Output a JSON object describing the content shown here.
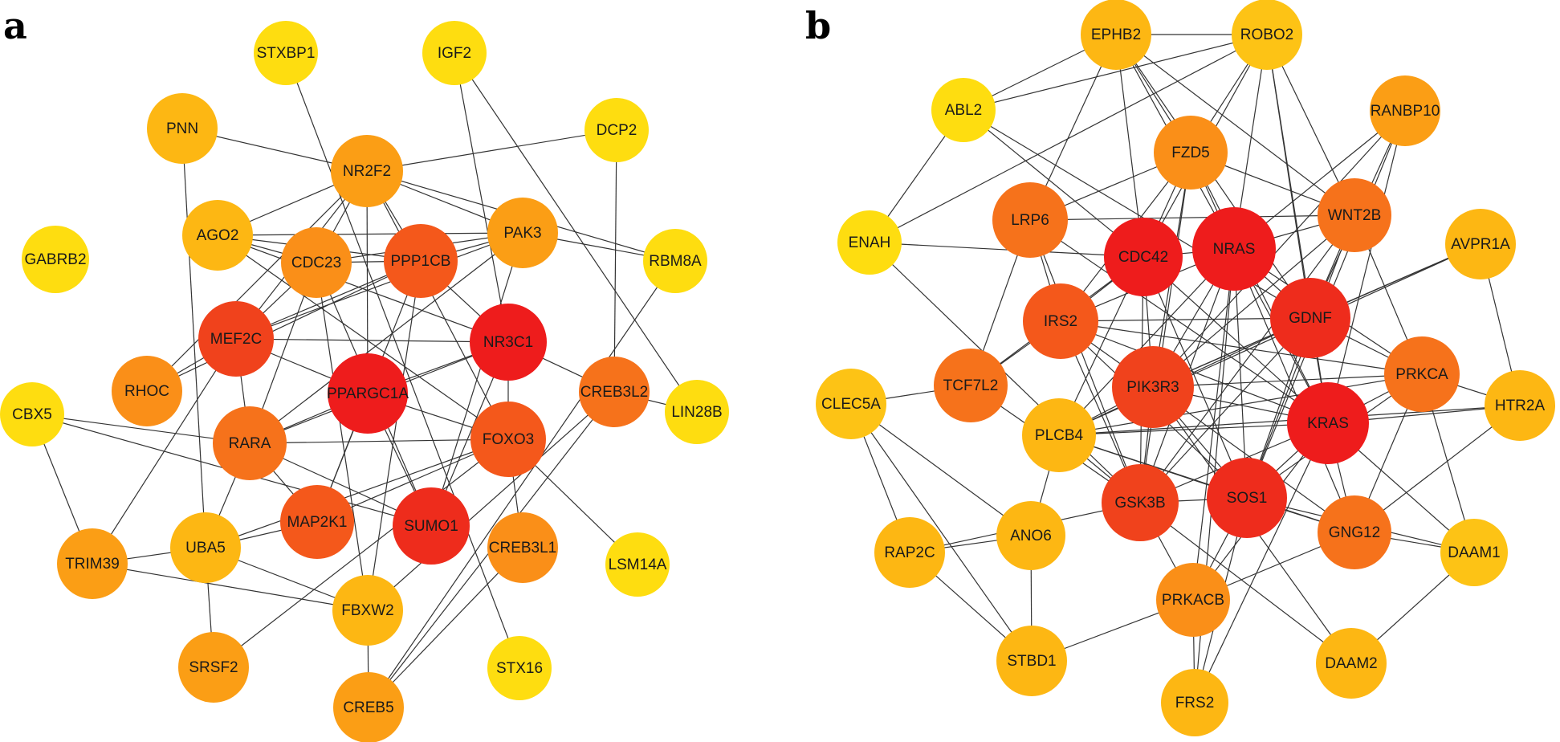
{
  "panels": [
    {
      "id": "a",
      "label": "a",
      "nodes": [
        {
          "id": "STXBP1",
          "label": "STXBP1",
          "color": "#FEDD10"
        },
        {
          "id": "IGF2",
          "label": "IGF2",
          "color": "#FEDD10"
        },
        {
          "id": "PNN",
          "label": "PNN",
          "color": "#FDB713"
        },
        {
          "id": "DCP2",
          "label": "DCP2",
          "color": "#FEDD10"
        },
        {
          "id": "NR2F2",
          "label": "NR2F2",
          "color": "#FB9E15"
        },
        {
          "id": "AGO2",
          "label": "AGO2",
          "color": "#FDB713"
        },
        {
          "id": "PAK3",
          "label": "PAK3",
          "color": "#FB9E15"
        },
        {
          "id": "GABRB2",
          "label": "GABRB2",
          "color": "#FEDD10"
        },
        {
          "id": "CDC23",
          "label": "CDC23",
          "color": "#FA8F18"
        },
        {
          "id": "PPP1CB",
          "label": "PPP1CB",
          "color": "#F4581B"
        },
        {
          "id": "RBM8A",
          "label": "RBM8A",
          "color": "#FEDD10"
        },
        {
          "id": "MEF2C",
          "label": "MEF2C",
          "color": "#F0421C"
        },
        {
          "id": "NR3C1",
          "label": "NR3C1",
          "color": "#EE1C1C"
        },
        {
          "id": "RHOC",
          "label": "RHOC",
          "color": "#FA8F18"
        },
        {
          "id": "PPARGC1A",
          "label": "PPARGC1A",
          "color": "#EE1C1C"
        },
        {
          "id": "CREB3L2",
          "label": "CREB3L2",
          "color": "#F6721B"
        },
        {
          "id": "CBX5",
          "label": "CBX5",
          "color": "#FEDD10"
        },
        {
          "id": "LIN28B",
          "label": "LIN28B",
          "color": "#FEDD10"
        },
        {
          "id": "RARA",
          "label": "RARA",
          "color": "#F6721B"
        },
        {
          "id": "FOXO3",
          "label": "FOXO3",
          "color": "#F4581B"
        },
        {
          "id": "MAP2K1",
          "label": "MAP2K1",
          "color": "#F4581B"
        },
        {
          "id": "SUMO1",
          "label": "SUMO1",
          "color": "#EE2C1C"
        },
        {
          "id": "UBA5",
          "label": "UBA5",
          "color": "#FDB713"
        },
        {
          "id": "CREB3L1",
          "label": "CREB3L1",
          "color": "#FA8F18"
        },
        {
          "id": "TRIM39",
          "label": "TRIM39",
          "color": "#FB9E15"
        },
        {
          "id": "LSM14A",
          "label": "LSM14A",
          "color": "#FEDD10"
        },
        {
          "id": "FBXW2",
          "label": "FBXW2",
          "color": "#FDB713"
        },
        {
          "id": "SRSF2",
          "label": "SRSF2",
          "color": "#FB9E15"
        },
        {
          "id": "STX16",
          "label": "STX16",
          "color": "#FEDD10"
        },
        {
          "id": "CREB5",
          "label": "CREB5",
          "color": "#FB9E15"
        }
      ],
      "edges": [
        [
          "PNN",
          "NR2F2"
        ],
        [
          "PNN",
          "UBA5"
        ],
        [
          "DCP2",
          "NR2F2"
        ],
        [
          "DCP2",
          "CREB3L2"
        ],
        [
          "IGF2",
          "NR3C1"
        ],
        [
          "IGF2",
          "LIN28B"
        ],
        [
          "STXBP1",
          "STX16"
        ],
        [
          "NR2F2",
          "AGO2"
        ],
        [
          "NR2F2",
          "CDC23"
        ],
        [
          "NR2F2",
          "PPP1CB"
        ],
        [
          "NR2F2",
          "PAK3"
        ],
        [
          "NR2F2",
          "RBM8A"
        ],
        [
          "NR2F2",
          "MEF2C"
        ],
        [
          "NR2F2",
          "PPARGC1A"
        ],
        [
          "NR2F2",
          "FOXO3"
        ],
        [
          "NR2F2",
          "RHOC"
        ],
        [
          "AGO2",
          "CDC23"
        ],
        [
          "AGO2",
          "PPP1CB"
        ],
        [
          "AGO2",
          "PAK3"
        ],
        [
          "AGO2",
          "FOXO3"
        ],
        [
          "AGO2",
          "NR3C1"
        ],
        [
          "CDC23",
          "PPP1CB"
        ],
        [
          "CDC23",
          "MEF2C"
        ],
        [
          "CDC23",
          "FBXW2"
        ],
        [
          "CDC23",
          "SUMO1"
        ],
        [
          "CDC23",
          "RARA"
        ],
        [
          "CDC23",
          "PAK3"
        ],
        [
          "PPP1CB",
          "PAK3"
        ],
        [
          "PPP1CB",
          "NR3C1"
        ],
        [
          "PPP1CB",
          "MEF2C"
        ],
        [
          "PPP1CB",
          "RHOC"
        ],
        [
          "PPP1CB",
          "MAP2K1"
        ],
        [
          "PPP1CB",
          "FBXW2"
        ],
        [
          "PAK3",
          "RBM8A"
        ],
        [
          "PAK3",
          "MEF2C"
        ],
        [
          "PAK3",
          "RARA"
        ],
        [
          "PAK3",
          "SUMO1"
        ],
        [
          "MEF2C",
          "NR3C1"
        ],
        [
          "MEF2C",
          "RHOC"
        ],
        [
          "MEF2C",
          "TRIM39"
        ],
        [
          "MEF2C",
          "RARA"
        ],
        [
          "MEF2C",
          "PPARGC1A"
        ],
        [
          "NR3C1",
          "PPARGC1A"
        ],
        [
          "NR3C1",
          "FOXO3"
        ],
        [
          "NR3C1",
          "CREB3L2"
        ],
        [
          "NR3C1",
          "SUMO1"
        ],
        [
          "NR3C1",
          "RARA"
        ],
        [
          "PPARGC1A",
          "FOXO3"
        ],
        [
          "PPARGC1A",
          "RARA"
        ],
        [
          "PPARGC1A",
          "SUMO1"
        ],
        [
          "PPARGC1A",
          "MAP2K1"
        ],
        [
          "FOXO3",
          "RARA"
        ],
        [
          "FOXO3",
          "MAP2K1"
        ],
        [
          "FOXO3",
          "CREB3L1"
        ],
        [
          "FOXO3",
          "LSM14A"
        ],
        [
          "FOXO3",
          "SRSF2"
        ],
        [
          "FOXO3",
          "UBA5"
        ],
        [
          "CREB3L2",
          "LIN28B"
        ],
        [
          "CREB3L2",
          "CREB5"
        ],
        [
          "CREB3L2",
          "FBXW2"
        ],
        [
          "CBX5",
          "RARA"
        ],
        [
          "CBX5",
          "TRIM39"
        ],
        [
          "CBX5",
          "SUMO1"
        ],
        [
          "RARA",
          "UBA5"
        ],
        [
          "RARA",
          "SUMO1"
        ],
        [
          "RARA",
          "MAP2K1"
        ],
        [
          "UBA5",
          "TRIM39"
        ],
        [
          "UBA5",
          "SRSF2"
        ],
        [
          "UBA5",
          "FBXW2"
        ],
        [
          "UBA5",
          "MAP2K1"
        ],
        [
          "TRIM39",
          "FBXW2"
        ],
        [
          "RBM8A",
          "CREB5"
        ],
        [
          "FBXW2",
          "CREB5"
        ],
        [
          "CREB3L1",
          "CREB5"
        ]
      ]
    },
    {
      "id": "b",
      "label": "b",
      "nodes": [
        {
          "id": "EPHB2",
          "label": "EPHB2",
          "color": "#FDB713"
        },
        {
          "id": "ROBO2",
          "label": "ROBO2",
          "color": "#FDC315"
        },
        {
          "id": "ABL2",
          "label": "ABL2",
          "color": "#FEDD10"
        },
        {
          "id": "RANBP10",
          "label": "RANBP10",
          "color": "#FB9E15"
        },
        {
          "id": "FZD5",
          "label": "FZD5",
          "color": "#FA8F18"
        },
        {
          "id": "LRP6",
          "label": "LRP6",
          "color": "#F6721B"
        },
        {
          "id": "WNT2B",
          "label": "WNT2B",
          "color": "#F6721B"
        },
        {
          "id": "ENAH",
          "label": "ENAH",
          "color": "#FEDD10"
        },
        {
          "id": "CDC42",
          "label": "CDC42",
          "color": "#EE1C1C"
        },
        {
          "id": "NRAS",
          "label": "NRAS",
          "color": "#EE1C1C"
        },
        {
          "id": "AVPR1A",
          "label": "AVPR1A",
          "color": "#FDB713"
        },
        {
          "id": "IRS2",
          "label": "IRS2",
          "color": "#F4581B"
        },
        {
          "id": "GDNF",
          "label": "GDNF",
          "color": "#EE2C1C"
        },
        {
          "id": "TCF7L2",
          "label": "TCF7L2",
          "color": "#F6721B"
        },
        {
          "id": "PRKCA",
          "label": "PRKCA",
          "color": "#F6721B"
        },
        {
          "id": "PIK3R3",
          "label": "PIK3R3",
          "color": "#F0421C"
        },
        {
          "id": "CLEC5A",
          "label": "CLEC5A",
          "color": "#FDC315"
        },
        {
          "id": "KRAS",
          "label": "KRAS",
          "color": "#EE1C1C"
        },
        {
          "id": "HTR2A",
          "label": "HTR2A",
          "color": "#FDB713"
        },
        {
          "id": "PLCB4",
          "label": "PLCB4",
          "color": "#FDB713"
        },
        {
          "id": "GSK3B",
          "label": "GSK3B",
          "color": "#F0421C"
        },
        {
          "id": "SOS1",
          "label": "SOS1",
          "color": "#EE2C1C"
        },
        {
          "id": "GNG12",
          "label": "GNG12",
          "color": "#F6721B"
        },
        {
          "id": "ANO6",
          "label": "ANO6",
          "color": "#FDB713"
        },
        {
          "id": "RAP2C",
          "label": "RAP2C",
          "color": "#FDB713"
        },
        {
          "id": "DAAM1",
          "label": "DAAM1",
          "color": "#FDC315"
        },
        {
          "id": "PRKACB",
          "label": "PRKACB",
          "color": "#FA8F18"
        },
        {
          "id": "STBD1",
          "label": "STBD1",
          "color": "#FDB713"
        },
        {
          "id": "DAAM2",
          "label": "DAAM2",
          "color": "#FDB713"
        },
        {
          "id": "FRS2",
          "label": "FRS2",
          "color": "#FDB713"
        }
      ],
      "edges": [
        [
          "EPHB2",
          "ROBO2"
        ],
        [
          "EPHB2",
          "ABL2"
        ],
        [
          "EPHB2",
          "FZD5"
        ],
        [
          "EPHB2",
          "CDC42"
        ],
        [
          "EPHB2",
          "NRAS"
        ],
        [
          "EPHB2",
          "LRP6"
        ],
        [
          "EPHB2",
          "WNT2B"
        ],
        [
          "EPHB2",
          "GDNF"
        ],
        [
          "ROBO2",
          "ABL2"
        ],
        [
          "ROBO2",
          "FZD5"
        ],
        [
          "ROBO2",
          "NRAS"
        ],
        [
          "ROBO2",
          "GDNF"
        ],
        [
          "ROBO2",
          "KRAS"
        ],
        [
          "ROBO2",
          "CDC42"
        ],
        [
          "ROBO2",
          "WNT2B"
        ],
        [
          "ROBO2",
          "ENAH"
        ],
        [
          "ABL2",
          "ENAH"
        ],
        [
          "ABL2",
          "GDNF"
        ],
        [
          "ABL2",
          "CDC42"
        ],
        [
          "RANBP10",
          "NRAS"
        ],
        [
          "RANBP10",
          "KRAS"
        ],
        [
          "RANBP10",
          "GDNF"
        ],
        [
          "RANBP10",
          "PIK3R3"
        ],
        [
          "RANBP10",
          "SOS1"
        ],
        [
          "FZD5",
          "LRP6"
        ],
        [
          "FZD5",
          "WNT2B"
        ],
        [
          "FZD5",
          "CDC42"
        ],
        [
          "FZD5",
          "NRAS"
        ],
        [
          "FZD5",
          "GSK3B"
        ],
        [
          "FZD5",
          "KRAS"
        ],
        [
          "FZD5",
          "IRS2"
        ],
        [
          "FZD5",
          "PIK3R3"
        ],
        [
          "LRP6",
          "WNT2B"
        ],
        [
          "LRP6",
          "IRS2"
        ],
        [
          "LRP6",
          "TCF7L2"
        ],
        [
          "LRP6",
          "GSK3B"
        ],
        [
          "LRP6",
          "KRAS"
        ],
        [
          "WNT2B",
          "NRAS"
        ],
        [
          "WNT2B",
          "GDNF"
        ],
        [
          "WNT2B",
          "PRKCA"
        ],
        [
          "WNT2B",
          "GSK3B"
        ],
        [
          "WNT2B",
          "PIK3R3"
        ],
        [
          "WNT2B",
          "SOS1"
        ],
        [
          "ENAH",
          "CDC42"
        ],
        [
          "ENAH",
          "GSK3B"
        ],
        [
          "CDC42",
          "NRAS"
        ],
        [
          "CDC42",
          "IRS2"
        ],
        [
          "CDC42",
          "PIK3R3"
        ],
        [
          "CDC42",
          "KRAS"
        ],
        [
          "CDC42",
          "GSK3B"
        ],
        [
          "CDC42",
          "SOS1"
        ],
        [
          "CDC42",
          "PLCB4"
        ],
        [
          "CDC42",
          "TCF7L2"
        ],
        [
          "NRAS",
          "GDNF"
        ],
        [
          "NRAS",
          "IRS2"
        ],
        [
          "NRAS",
          "PIK3R3"
        ],
        [
          "NRAS",
          "KRAS"
        ],
        [
          "NRAS",
          "SOS1"
        ],
        [
          "NRAS",
          "GSK3B"
        ],
        [
          "NRAS",
          "PRKCA"
        ],
        [
          "NRAS",
          "PRKACB"
        ],
        [
          "NRAS",
          "PLCB4"
        ],
        [
          "NRAS",
          "GNG12"
        ],
        [
          "NRAS",
          "FRS2"
        ],
        [
          "AVPR1A",
          "GDNF"
        ],
        [
          "AVPR1A",
          "HTR2A"
        ],
        [
          "AVPR1A",
          "PIK3R3"
        ],
        [
          "AVPR1A",
          "PLCB4"
        ],
        [
          "IRS2",
          "GDNF"
        ],
        [
          "IRS2",
          "PIK3R3"
        ],
        [
          "IRS2",
          "KRAS"
        ],
        [
          "IRS2",
          "SOS1"
        ],
        [
          "IRS2",
          "GSK3B"
        ],
        [
          "IRS2",
          "PRKCA"
        ],
        [
          "IRS2",
          "TCF7L2"
        ],
        [
          "GDNF",
          "PIK3R3"
        ],
        [
          "GDNF",
          "KRAS"
        ],
        [
          "GDNF",
          "SOS1"
        ],
        [
          "GDNF",
          "PLCB4"
        ],
        [
          "GDNF",
          "GSK3B"
        ],
        [
          "GDNF",
          "PRKCA"
        ],
        [
          "TCF7L2",
          "CLEC5A"
        ],
        [
          "TCF7L2",
          "GSK3B"
        ],
        [
          "PRKCA",
          "KRAS"
        ],
        [
          "PRKCA",
          "PIK3R3"
        ],
        [
          "PRKCA",
          "HTR2A"
        ],
        [
          "PRKCA",
          "PLCB4"
        ],
        [
          "PRKCA",
          "GNG12"
        ],
        [
          "PRKCA",
          "DAAM1"
        ],
        [
          "PRKCA",
          "SOS1"
        ],
        [
          "PIK3R3",
          "KRAS"
        ],
        [
          "PIK3R3",
          "SOS1"
        ],
        [
          "PIK3R3",
          "PLCB4"
        ],
        [
          "PIK3R3",
          "GSK3B"
        ],
        [
          "PIK3R3",
          "GNG12"
        ],
        [
          "PIK3R3",
          "DAAM2"
        ],
        [
          "CLEC5A",
          "RAP2C"
        ],
        [
          "CLEC5A",
          "STBD1"
        ],
        [
          "CLEC5A",
          "ANO6"
        ],
        [
          "KRAS",
          "SOS1"
        ],
        [
          "KRAS",
          "PLCB4"
        ],
        [
          "KRAS",
          "GSK3B"
        ],
        [
          "KRAS",
          "HTR2A"
        ],
        [
          "KRAS",
          "GNG12"
        ],
        [
          "KRAS",
          "PRKACB"
        ],
        [
          "KRAS",
          "DAAM1"
        ],
        [
          "KRAS",
          "FRS2"
        ],
        [
          "HTR2A",
          "PLCB4"
        ],
        [
          "HTR2A",
          "GNG12"
        ],
        [
          "PLCB4",
          "GSK3B"
        ],
        [
          "PLCB4",
          "SOS1"
        ],
        [
          "PLCB4",
          "GNG12"
        ],
        [
          "PLCB4",
          "ANO6"
        ],
        [
          "GSK3B",
          "SOS1"
        ],
        [
          "GSK3B",
          "PRKACB"
        ],
        [
          "GSK3B",
          "DAAM2"
        ],
        [
          "GSK3B",
          "RAP2C"
        ],
        [
          "SOS1",
          "GNG12"
        ],
        [
          "SOS1",
          "PRKACB"
        ],
        [
          "SOS1",
          "FRS2"
        ],
        [
          "SOS1",
          "DAAM1"
        ],
        [
          "GNG12",
          "PRKACB"
        ],
        [
          "GNG12",
          "DAAM1"
        ],
        [
          "ANO6",
          "STBD1"
        ],
        [
          "ANO6",
          "RAP2C"
        ],
        [
          "RAP2C",
          "STBD1"
        ],
        [
          "STBD1",
          "PRKACB"
        ],
        [
          "PRKACB",
          "FRS2"
        ],
        [
          "DAAM1",
          "DAAM2"
        ]
      ]
    }
  ]
}
